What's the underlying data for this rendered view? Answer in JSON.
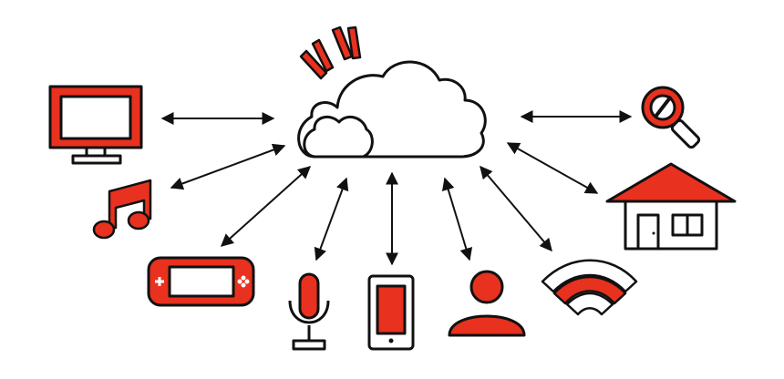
{
  "diagram": {
    "hub": {
      "icon": "cloud-icon",
      "accent_icon": "signal-rays-icon"
    },
    "nodes": [
      {
        "id": "monitor",
        "icon": "monitor-icon"
      },
      {
        "id": "music",
        "icon": "music-note-icon"
      },
      {
        "id": "game-console",
        "icon": "handheld-game-console-icon"
      },
      {
        "id": "microphone",
        "icon": "microphone-icon"
      },
      {
        "id": "smartphone",
        "icon": "smartphone-icon"
      },
      {
        "id": "user",
        "icon": "user-icon"
      },
      {
        "id": "wifi",
        "icon": "wifi-icon"
      },
      {
        "id": "house",
        "icon": "house-icon"
      },
      {
        "id": "search",
        "icon": "magnifier-icon"
      }
    ],
    "connections": "bidirectional",
    "colors": {
      "accent": "#e8311e",
      "stroke": "#111111",
      "background": "#ffffff"
    }
  }
}
